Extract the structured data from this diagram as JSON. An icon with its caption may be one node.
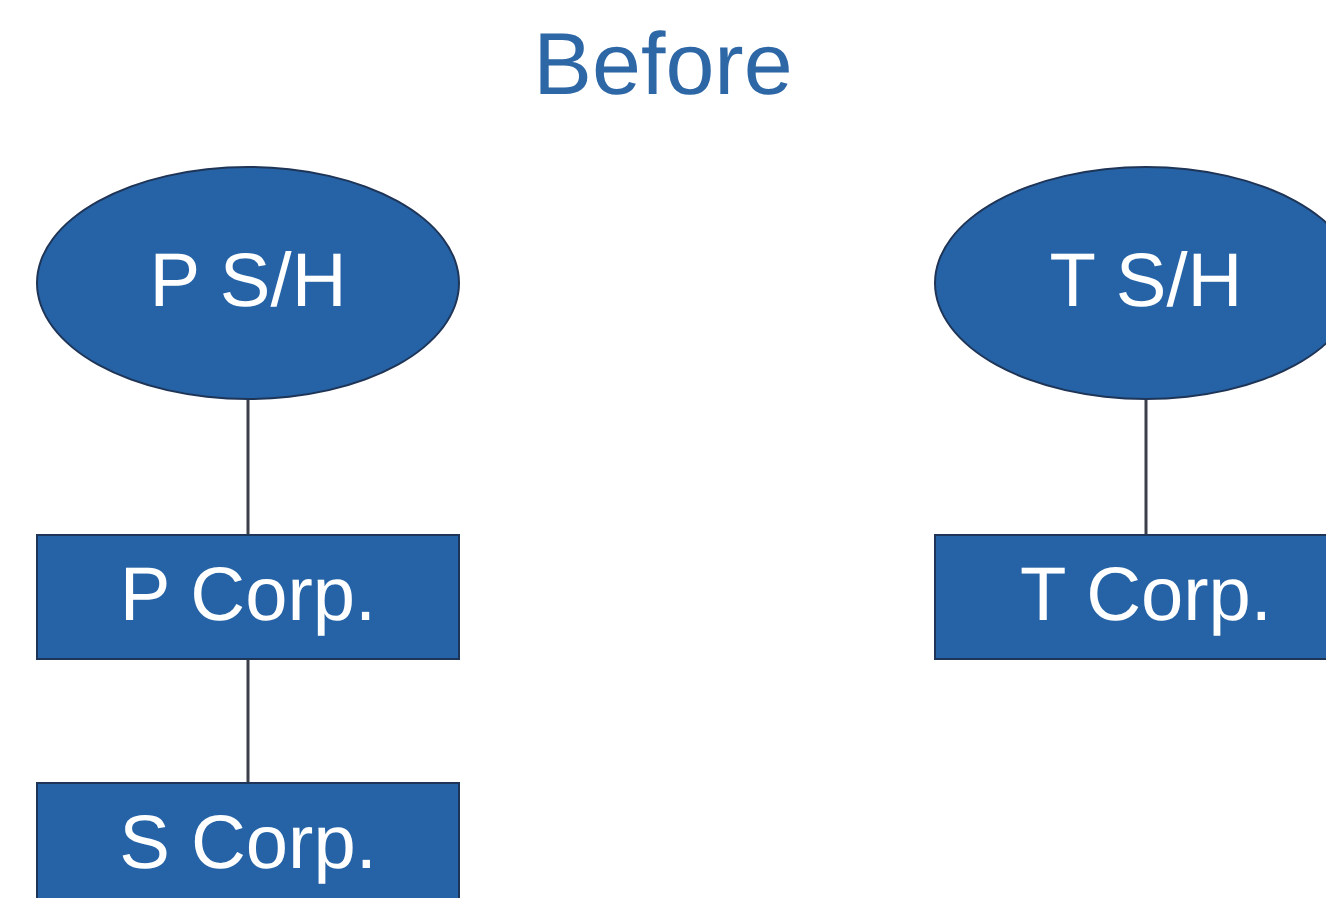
{
  "diagram": {
    "title": "Before",
    "nodes": [
      {
        "text": [
          "P S/H"
        ]
      },
      {
        "text": [
          "T S/H"
        ]
      },
      {
        "text": [
          "P Corp."
        ]
      },
      {
        "text": [
          "T Corp."
        ]
      },
      {
        "text": [
          "S Corp."
        ]
      }
    ],
    "edges": [
      {
        "from": 0,
        "to": 2,
        "arrow": "none"
      },
      {
        "from": 2,
        "to": 4,
        "arrow": "none"
      },
      {
        "from": 1,
        "to": 3,
        "arrow": "none"
      }
    ]
  }
}
